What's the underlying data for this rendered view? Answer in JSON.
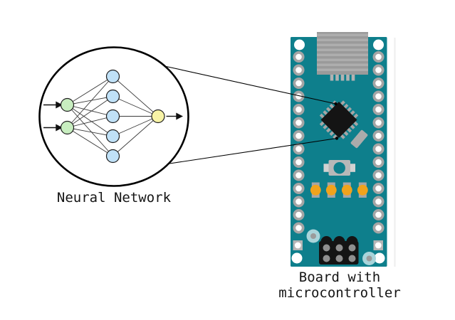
{
  "diagram": {
    "neural_network": {
      "label": "Neural Network",
      "input_nodes": 2,
      "hidden_nodes": 5,
      "output_nodes": 1
    },
    "board": {
      "label_lines": [
        "Board with",
        "microcontroller"
      ],
      "led_count": 4,
      "pin_holes_per_column": 14,
      "usb_stripe_count": 8,
      "usb_pin_count": 5,
      "header_rows": 2,
      "header_cols": 3,
      "chip_pins_per_side": 5
    },
    "colors": {
      "background": "#ffffff",
      "board_teal": "#0e7f8c",
      "board_teal_light": "#a9d4da",
      "led_orange": "#f0a31c",
      "chip_black": "#141414",
      "pad_gray": "#a5a5a5",
      "node_input_green": "#c8eec0",
      "node_hidden_blue": "#c0e1f7",
      "node_output_yellow": "#f7f3a6",
      "outline_black": "#000000"
    }
  }
}
